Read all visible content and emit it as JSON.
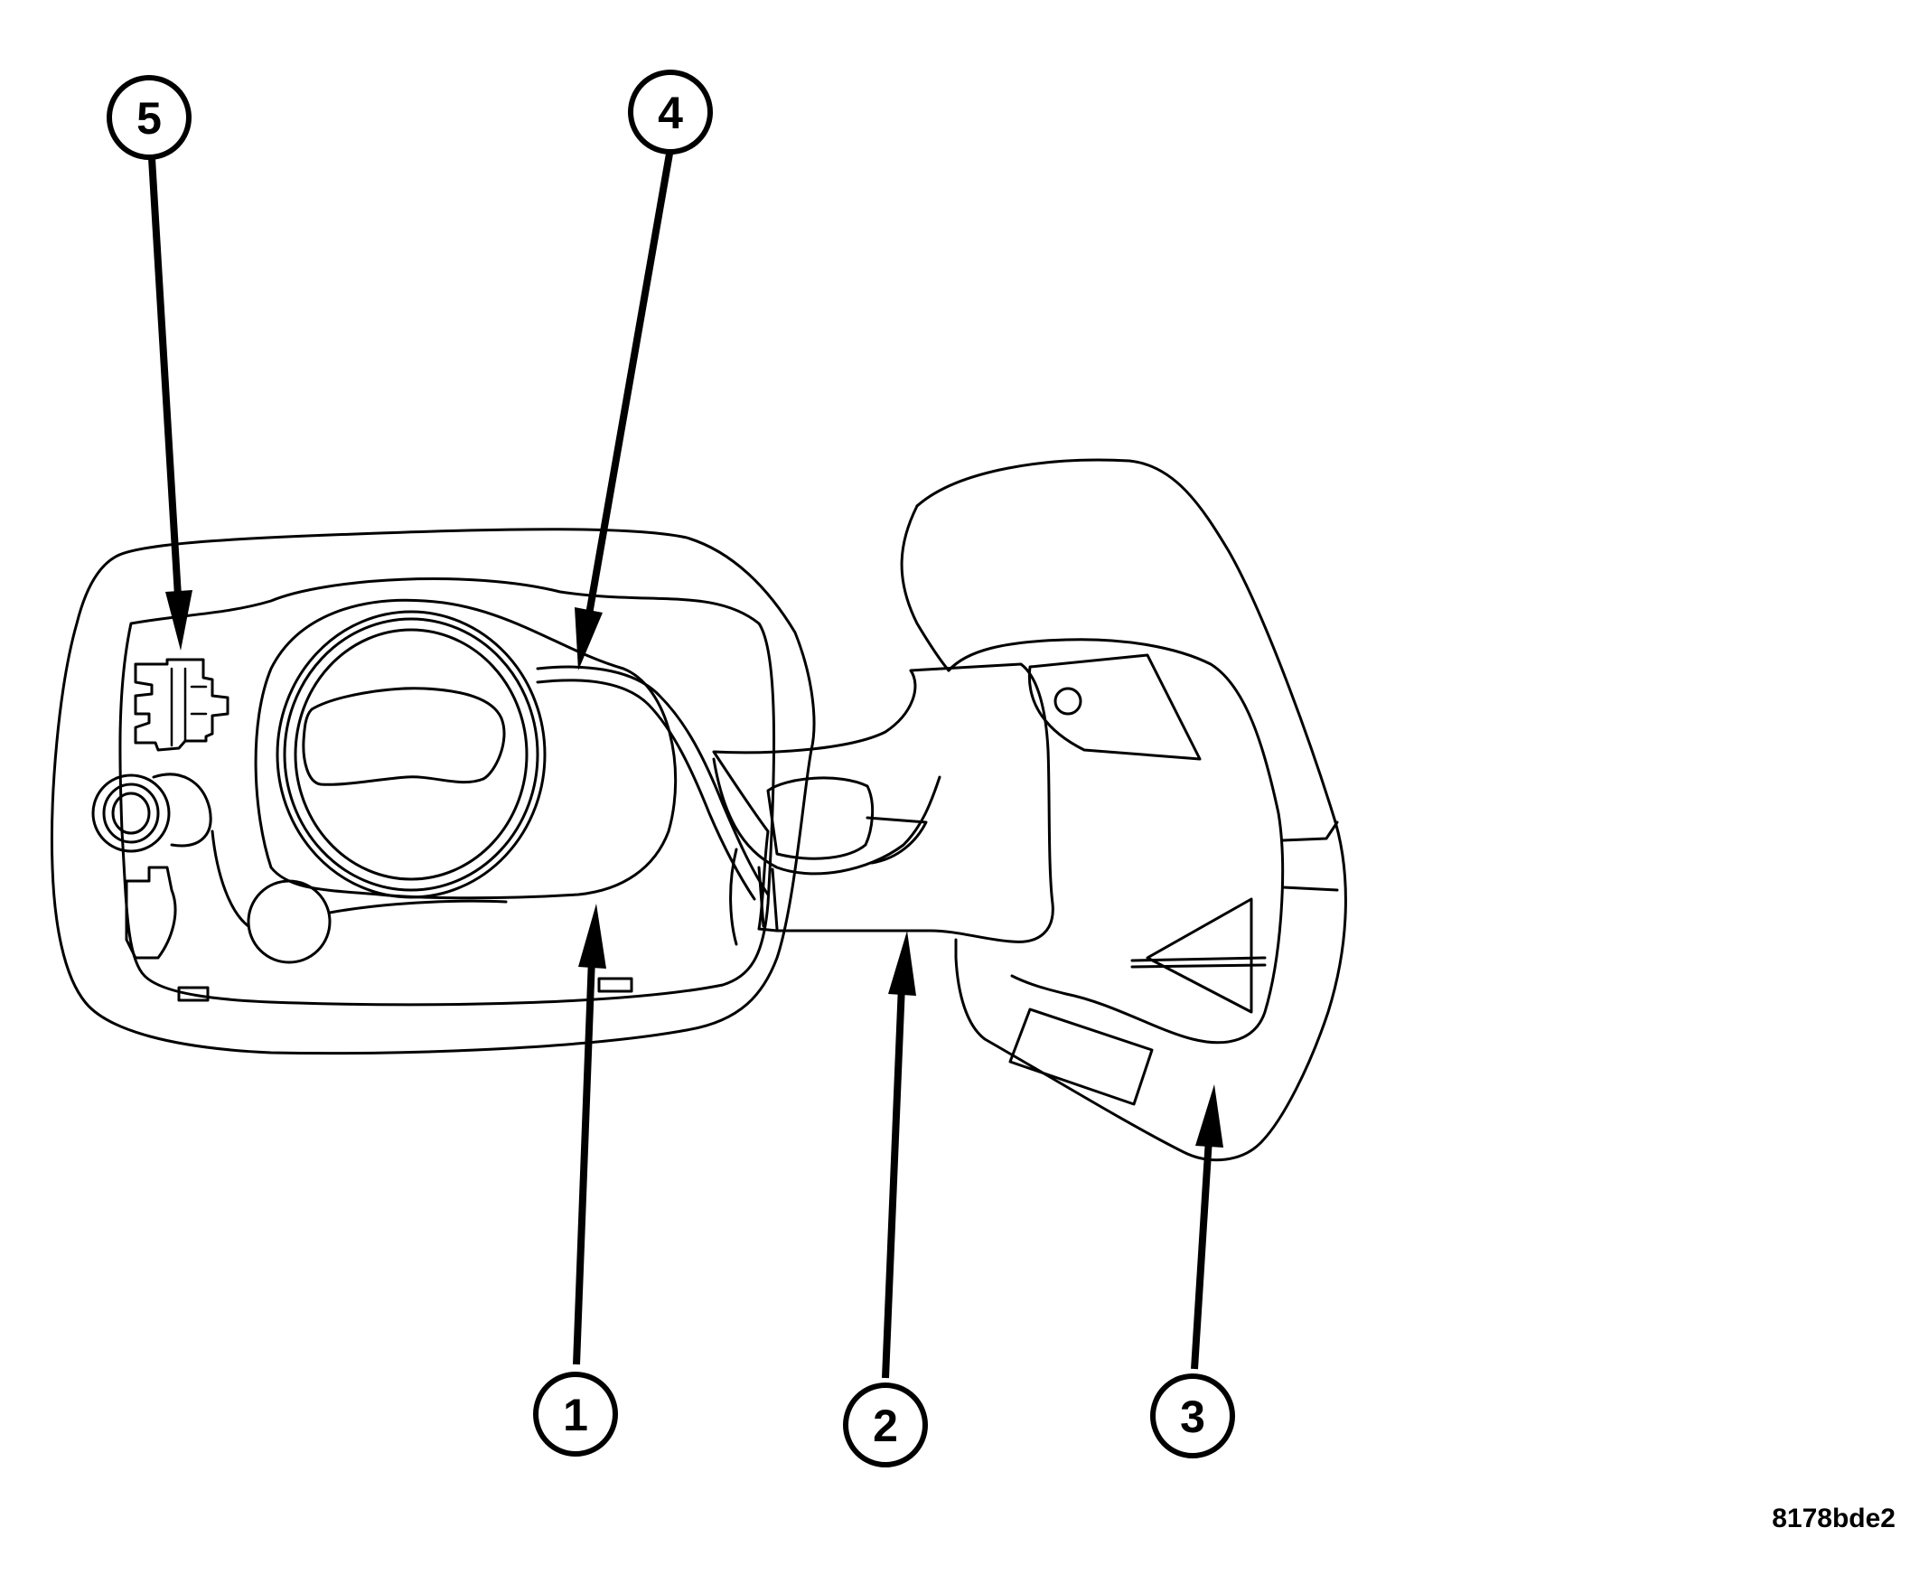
{
  "callouts": [
    {
      "id": "1",
      "label": "1"
    },
    {
      "id": "2",
      "label": "2"
    },
    {
      "id": "3",
      "label": "3"
    },
    {
      "id": "4",
      "label": "4"
    },
    {
      "id": "5",
      "label": "5"
    }
  ],
  "reference_code": "8178bde2",
  "colors": {
    "line": "#000000",
    "background": "#ffffff"
  }
}
